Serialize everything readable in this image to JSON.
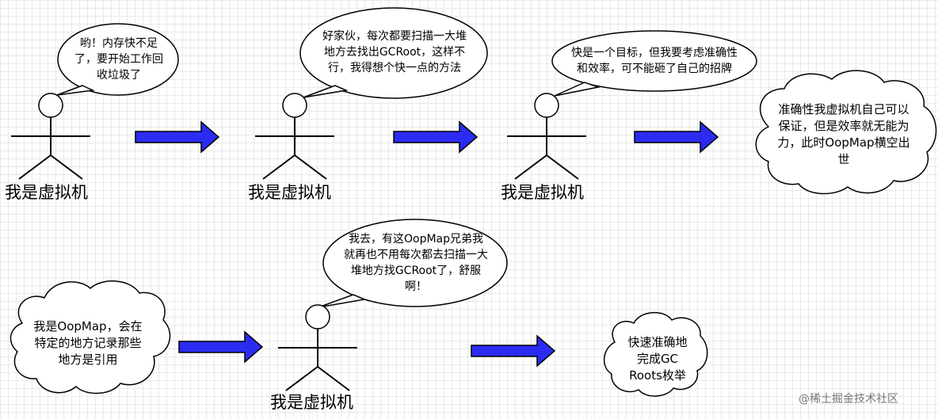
{
  "speech": {
    "s1": [
      "哟！内存快不足",
      "了，要开始工作回",
      "收垃圾了"
    ],
    "s2": [
      "好家伙，每次都要扫描一大堆",
      "地方去找出GCRoot，这样不",
      "行，我得想个快一点的方法"
    ],
    "s3": [
      "快是一个目标，但我要考虑准确性",
      "和效率，可不能砸了自己的招牌"
    ],
    "s4": [
      "我去，有这OopMap兄弟我",
      "就再也不用每次都去扫描一大",
      "堆地方找GCRoot了，舒服",
      "啊！"
    ]
  },
  "actor_label": "我是虚拟机",
  "clouds": {
    "c1": [
      "准确性我虚拟机自己可以",
      "保证，但是效率就无能为",
      "力，此时OopMap横空出",
      "世"
    ],
    "c2": [
      "我是OopMap，会在",
      "特定的地方记录那些",
      "地方是引用"
    ],
    "c3": [
      "快速准确地",
      "完成GC",
      "Roots枚举"
    ]
  },
  "watermark": "@稀土掘金技术社区",
  "colors": {
    "arrow": "#2b2bf2"
  }
}
